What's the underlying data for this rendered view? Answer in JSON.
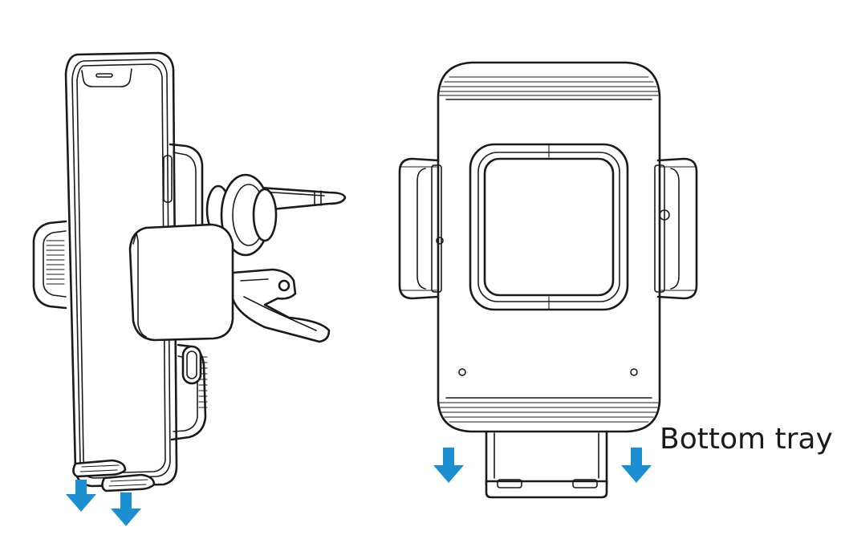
{
  "labels": {
    "bottom_tray": "Bottom tray"
  },
  "colors": {
    "arrow": "#1c8fd0",
    "line": "#1a1a1a",
    "background": "#ffffff"
  },
  "arrows": {
    "direction": "down",
    "count": 4
  }
}
